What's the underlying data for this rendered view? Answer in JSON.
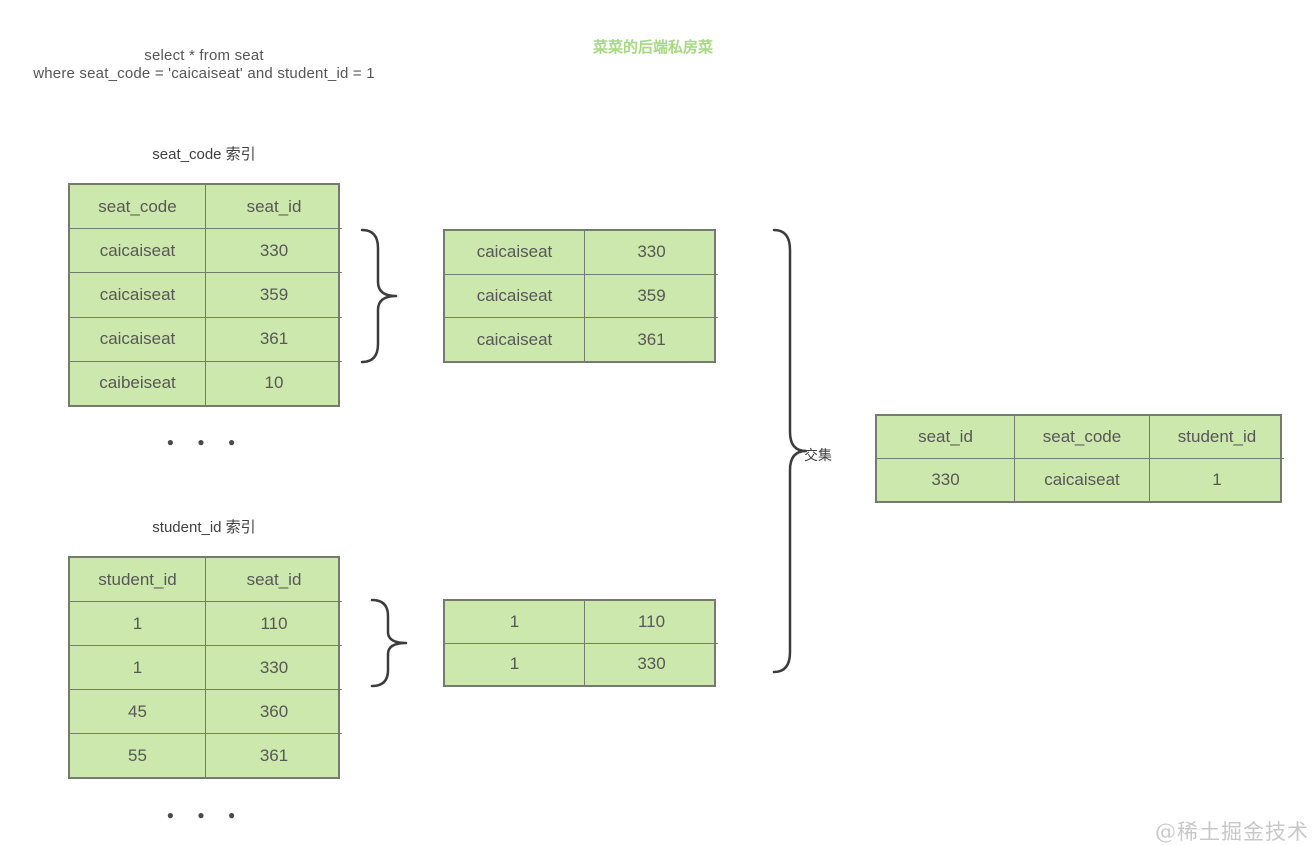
{
  "query": {
    "line1": "select * from seat",
    "line2": "where seat_code = 'caicaiseat' and student_id = 1"
  },
  "watermarks": {
    "top": "菜菜的后端私房菜",
    "bottom_right": "@稀土掘金技术"
  },
  "labels": {
    "seat_code_index": "seat_code 索引",
    "student_id_index": "student_id 索引",
    "intersection": "交集",
    "ellipsis": "● ● ●"
  },
  "colors": {
    "cell_fill": "#cde8ac",
    "cell_border": "#767c6d",
    "cell_text": "#575757",
    "label_text": "#3f3f3f",
    "query_text": "#565656",
    "brace": "#3c3c3c",
    "watermark_green": "#a5da81",
    "watermark_gray": "#c8c8c8"
  },
  "tables": {
    "seat_code_index": {
      "headers": [
        "seat_code",
        "seat_id"
      ],
      "rows": [
        [
          "caicaiseat",
          "330"
        ],
        [
          "caicaiseat",
          "359"
        ],
        [
          "caicaiseat",
          "361"
        ],
        [
          "caibeiseat",
          "10"
        ]
      ]
    },
    "seat_code_filtered": {
      "headers": [],
      "rows": [
        [
          "caicaiseat",
          "330"
        ],
        [
          "caicaiseat",
          "359"
        ],
        [
          "caicaiseat",
          "361"
        ]
      ]
    },
    "student_id_index": {
      "headers": [
        "student_id",
        "seat_id"
      ],
      "rows": [
        [
          "1",
          "110"
        ],
        [
          "1",
          "330"
        ],
        [
          "45",
          "360"
        ],
        [
          "55",
          "361"
        ]
      ]
    },
    "student_id_filtered": {
      "headers": [],
      "rows": [
        [
          "1",
          "110"
        ],
        [
          "1",
          "330"
        ]
      ]
    },
    "result": {
      "headers": [
        "seat_id",
        "seat_code",
        "student_id"
      ],
      "rows": [
        [
          "330",
          "caicaiseat",
          "1"
        ]
      ]
    }
  }
}
